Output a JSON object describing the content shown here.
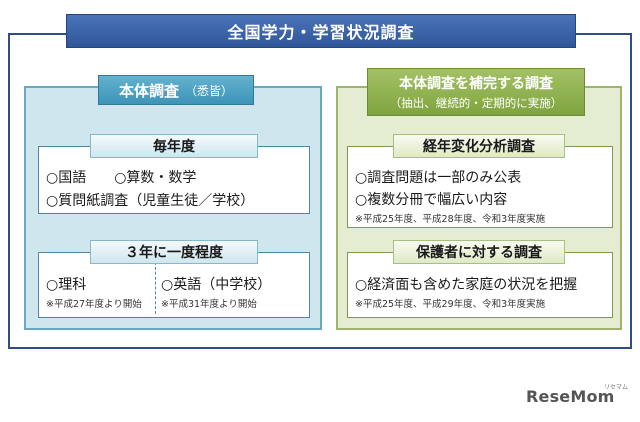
{
  "title": "全国学力・学習状況調査",
  "left": {
    "header": "本体調査",
    "header_sub": "（悉皆）",
    "yearly": {
      "tag": "毎年度",
      "lines": [
        "○国語　　○算数・数学",
        "○質問紙調査（児童生徒／学校）"
      ]
    },
    "triennial": {
      "tag": "３年に一度程度",
      "left_item": "○理科",
      "left_note": "※平成27年度より開始",
      "right_item": "○英語（中学校）",
      "right_note": "※平成31年度より開始"
    }
  },
  "right": {
    "header": "本体調査を補完する調査",
    "header_sub": "（抽出、継続的・定期的に実施）",
    "trend": {
      "tag": "経年変化分析調査",
      "lines": [
        "○調査問題は一部のみ公表",
        "○複数分冊で幅広い内容"
      ],
      "note": "※平成25年度、平成28年度、令和3年度実施"
    },
    "guardian": {
      "tag": "保護者に対する調査",
      "lines": [
        "○経済面も含めた家庭の状況を把握"
      ],
      "note": "※平成25年度、平成29年度、令和3年度実施"
    }
  },
  "logo": {
    "text": "ReseMom",
    "ruby": "リセマム"
  }
}
